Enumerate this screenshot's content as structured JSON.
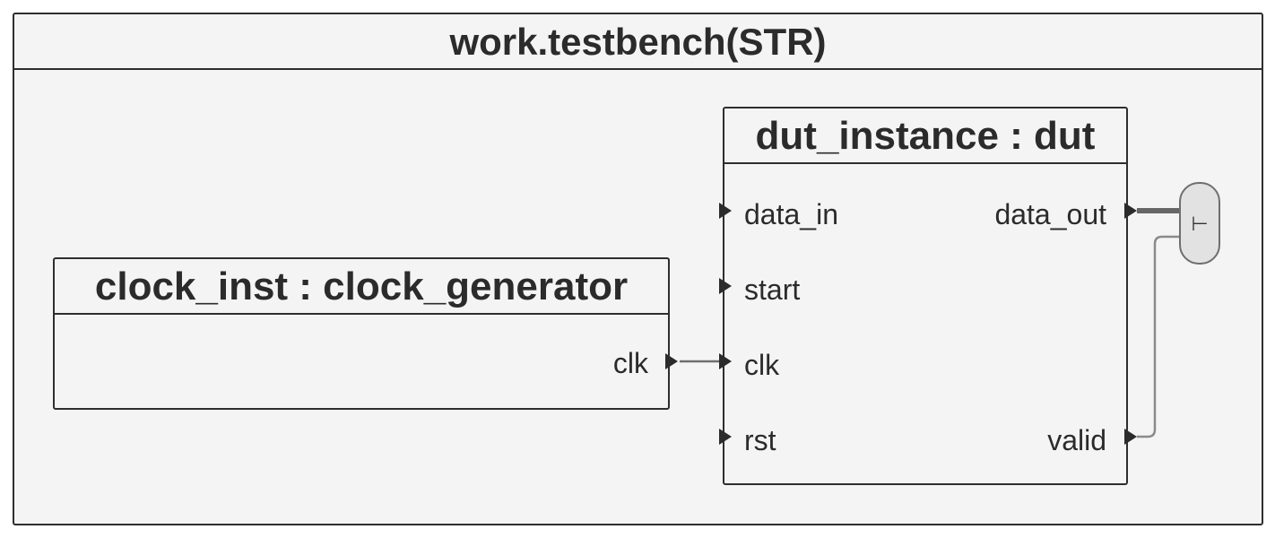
{
  "architecture": {
    "title": "work.testbench(STR)"
  },
  "dut": {
    "title": "dut_instance : dut",
    "inputs": [
      "data_in",
      "start",
      "clk",
      "rst"
    ],
    "outputs": [
      "data_out",
      "valid"
    ]
  },
  "clock_gen": {
    "title": "clock_inst : clock_generator",
    "outputs": [
      "clk"
    ]
  },
  "bundle": {
    "glyph": "⊢"
  },
  "colors": {
    "frame_fill": "#f4f4f4",
    "border": "#2e2e2e",
    "wire": "#6e6e6e",
    "bus_wire": "#666666",
    "bundle_fill": "#e2e2e2",
    "text": "#2b2b2b"
  }
}
